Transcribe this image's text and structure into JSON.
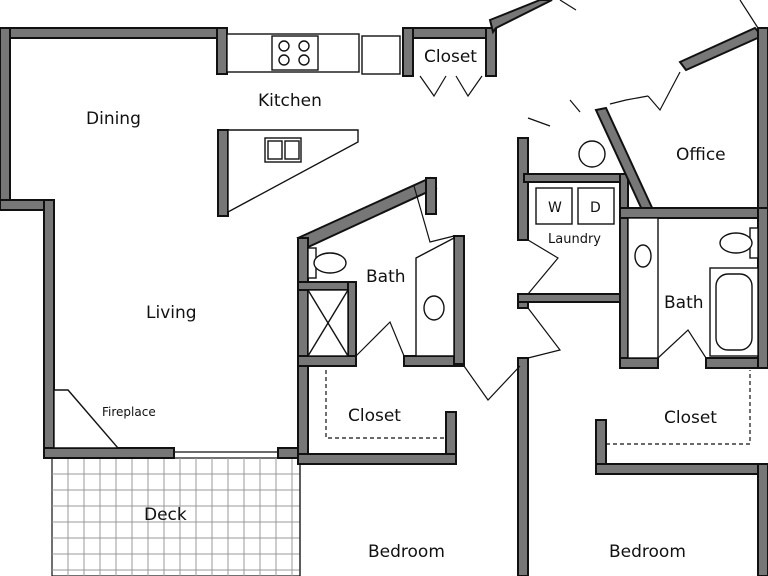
{
  "rooms": {
    "dining": "Dining",
    "kitchen": "Kitchen",
    "kitchen_closet": "Closet",
    "office": "Office",
    "living": "Living",
    "bath_left": "Bath",
    "laundry": "Laundry",
    "bath_right": "Bath",
    "fireplace": "Fireplace",
    "closet_left": "Closet",
    "closet_right": "Closet",
    "deck": "Deck",
    "bedroom_left": "Bedroom",
    "bedroom_right": "Bedroom"
  },
  "appliances": {
    "washer": "W",
    "dryer": "D"
  }
}
